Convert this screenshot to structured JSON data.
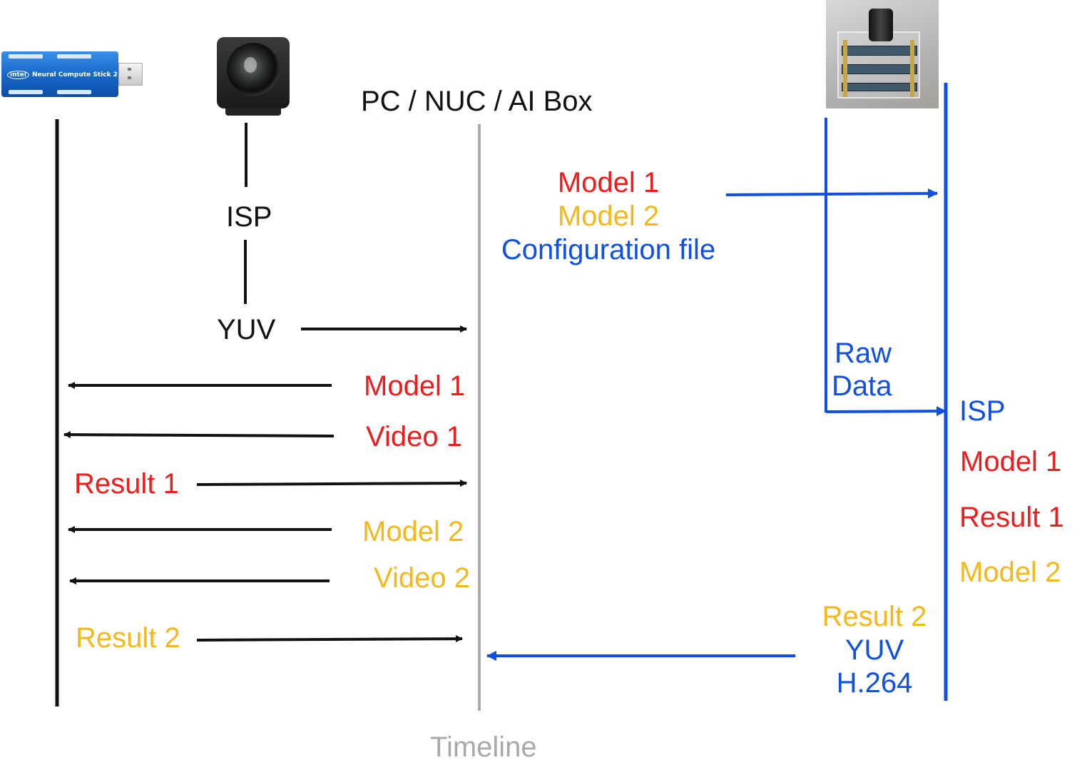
{
  "devices": {
    "ncs_brand": "intel",
    "ncs_label": "Neural Compute Stick 2"
  },
  "host": {
    "title": "PC / NUC / AI Box"
  },
  "camera_pipeline": {
    "isp": "ISP",
    "yuv": "YUV"
  },
  "host_to_ncs": {
    "model1": "Model 1",
    "video1": "Video 1",
    "result1": "Result 1",
    "model2": "Model 2",
    "video2": "Video 2",
    "result2": "Result 2"
  },
  "host_to_board": {
    "model1": "Model 1",
    "model2": "Model 2",
    "config": "Configuration file"
  },
  "board": {
    "raw": "Raw",
    "data": "Data",
    "isp": "ISP",
    "model1": "Model 1",
    "result1": "Result 1",
    "model2": "Model 2",
    "out_result2": "Result 2",
    "out_yuv": "YUV",
    "out_h264": "H.264"
  },
  "footer": {
    "timeline": "Timeline"
  },
  "colors": {
    "model1": "#ee1c1c",
    "model2": "#f5b81c",
    "blue": "#0f4fe6",
    "timeline": "#a9a9a9"
  }
}
